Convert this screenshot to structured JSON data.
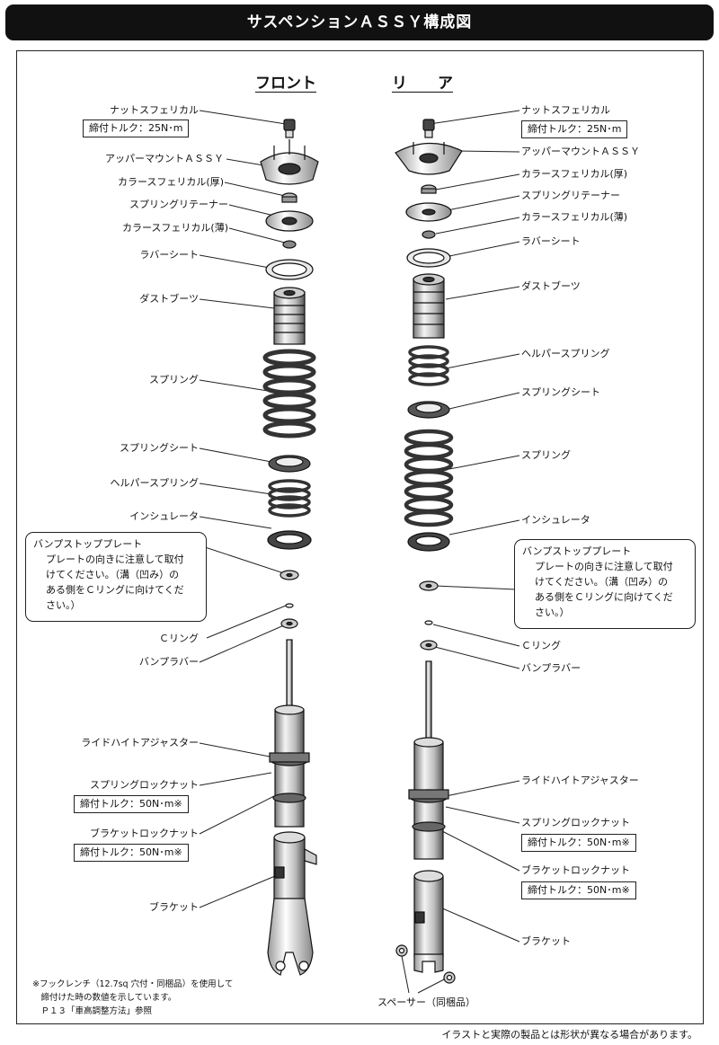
{
  "title": "サスペンションＡＳＳＹ構成図",
  "headings": {
    "front": "フロント",
    "rear": "リ　　ア"
  },
  "front": {
    "labels": {
      "nut": "ナットスフェリカル",
      "upper_mount": "アッパーマウントＡＳＳＹ",
      "collar_thick": "カラースフェリカル(厚)",
      "spring_retainer": "スプリングリテーナー",
      "collar_thin": "カラースフェリカル(薄)",
      "rubber_seat": "ラバーシート",
      "dust_boot": "ダストブーツ",
      "spring": "スプリング",
      "spring_seat": "スプリングシート",
      "helper_spring": "ヘルパースプリング",
      "insulator": "インシュレータ",
      "c_ring": "Ｃリング",
      "bump_rubber": "バンプラバー",
      "ride_height": "ライドハイトアジャスター",
      "spring_lock_nut": "スプリングロックナット",
      "bracket_lock_nut": "ブラケットロックナット",
      "bracket": "ブラケット"
    },
    "torque_nut": "締付トルク：25N･m",
    "torque_spring_lock": "締付トルク：50N･m※",
    "torque_bracket_lock": "締付トルク：50N･m※"
  },
  "rear": {
    "labels": {
      "nut": "ナットスフェリカル",
      "upper_mount": "アッパーマウントＡＳＳＹ",
      "collar_thick": "カラースフェリカル(厚)",
      "spring_retainer": "スプリングリテーナー",
      "collar_thin": "カラースフェリカル(薄)",
      "rubber_seat": "ラバーシート",
      "dust_boot": "ダストブーツ",
      "helper_spring": "ヘルパースプリング",
      "spring_seat": "スプリングシート",
      "spring": "スプリング",
      "insulator": "インシュレータ",
      "c_ring": "Ｃリング",
      "bump_rubber": "バンプラバー",
      "ride_height": "ライドハイトアジャスター",
      "spring_lock_nut": "スプリングロックナット",
      "bracket_lock_nut": "ブラケットロックナット",
      "bracket": "ブラケット"
    },
    "torque_nut": "締付トルク：25N･m",
    "torque_spring_lock": "締付トルク：50N･m※",
    "torque_bracket_lock": "締付トルク：50N･m※",
    "spacer": "スペーサー（同梱品）"
  },
  "bump_note": {
    "title": "バンプストッププレート",
    "body": "プレートの向きに注意して取付\nけてください。（溝（凹み）の\nある側をＣリングに向けてくだ\nさい。）"
  },
  "footnote": "※フックレンチ（12.7sq 穴付・同梱品）を使用して\n　締付けた時の数値を示しています。\n　Ｐ１３「車高調整方法」参照",
  "disclaimer": "イラストと実際の製品とは形状が異なる場合があります。"
}
